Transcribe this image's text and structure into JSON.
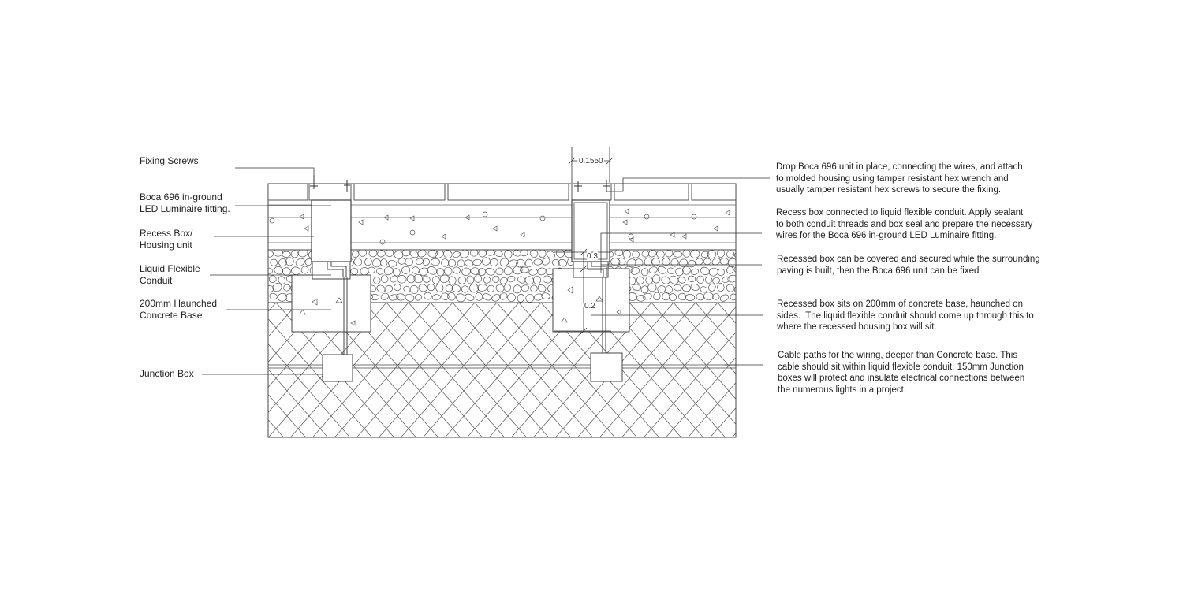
{
  "left_labels": {
    "fixing_screws": "Fixing Screws",
    "luminaire": "Boca 696 in-ground\nLED Luminaire fitting.",
    "recess_box": "Recess Box/\nHousing unit",
    "conduit": "Liquid Flexible\nConduit",
    "concrete_base": "200mm Haunched\nConcrete Base",
    "junction_box": "Junction Box"
  },
  "right_notes": {
    "drop_unit": "Drop Boca 696 unit in place, connecting the wires, and attach\nto molded housing using tamper resistant hex wrench and\nusually tamper resistant hex screws to secure the fixing.",
    "recess_connect": "Recess box connected to liquid flexible conduit. Apply sealant\nto both conduit threads and box seal and prepare the necessary\nwires for the Boca 696 in-ground LED Luminaire fitting.",
    "covered": "Recessed box can be covered and secured while the surrounding\npaving is built, then the Boca 696 unit can be fixed",
    "sits_base": "Recessed box sits on 200mm of concrete base, haunched on\nsides.  The liquid flexible conduit should come up through this to\nwhere the recessed housing box will sit.",
    "cable_paths": "Cable paths for the wiring, deeper than Concrete base. This\ncable should sit within liquid flexible conduit. 150mm Junction\nboxes will protect and insulate electrical connections between\nthe numerous lights in a project."
  },
  "dimensions": {
    "width": "0.1550",
    "depth_recess": "0.3",
    "depth_base": "0.2"
  },
  "colors": {
    "line": "#444444",
    "text": "#222222",
    "background": "#ffffff"
  }
}
